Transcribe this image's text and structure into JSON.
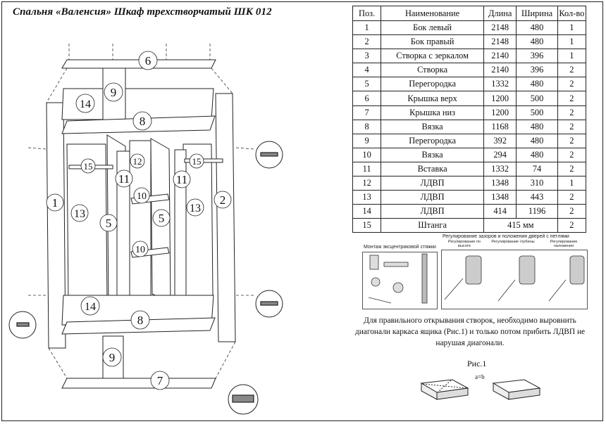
{
  "title": "Спальня «Валенсия» Шкаф трехстворчатый ШК 012",
  "table": {
    "headers": [
      "Поз.",
      "Наименование",
      "Длина",
      "Ширина",
      "Кол-во"
    ],
    "rows": [
      [
        "1",
        "Бок левый",
        "2148",
        "480",
        "1"
      ],
      [
        "2",
        "Бок правый",
        "2148",
        "480",
        "1"
      ],
      [
        "3",
        "Створка с зеркалом",
        "2140",
        "396",
        "1"
      ],
      [
        "4",
        "Створка",
        "2140",
        "396",
        "2"
      ],
      [
        "5",
        "Перегородка",
        "1332",
        "480",
        "2"
      ],
      [
        "6",
        "Крышка верх",
        "1200",
        "500",
        "2"
      ],
      [
        "7",
        "Крышка низ",
        "1200",
        "500",
        "2"
      ],
      [
        "8",
        "Вязка",
        "1168",
        "480",
        "2"
      ],
      [
        "9",
        "Перегородка",
        "392",
        "480",
        "2"
      ],
      [
        "10",
        "Вязка",
        "294",
        "480",
        "2"
      ],
      [
        "11",
        "Вставка",
        "1332",
        "74",
        "2"
      ],
      [
        "12",
        "ЛДВП",
        "1348",
        "310",
        "1"
      ],
      [
        "13",
        "ЛДВП",
        "1348",
        "443",
        "2"
      ],
      [
        "14",
        "ЛДВП",
        "414",
        "1196",
        "2"
      ]
    ],
    "last_row": {
      "pos": "15",
      "name": "Штанга",
      "size": "415 мм",
      "qty": "2"
    }
  },
  "figures": {
    "eccentric_caption": "Монтаж эксцентриковой стяжки",
    "hinge_caption": "Регулирование зазоров и положения дверей с петлями",
    "hinge_sub": [
      "Регулирование по высоте",
      "Регулирование глубины",
      "Регулирование наложения"
    ]
  },
  "note": "Для правильного открывания створок, необходимо выровнить диагонали каркаса ящика (Рис.1) и только потом прибить ЛДВП не нарушая диагонали.",
  "figure1": {
    "label": "Рис.1",
    "equation": "a=b"
  },
  "callouts": [
    {
      "n": "6"
    },
    {
      "n": "9"
    },
    {
      "n": "14"
    },
    {
      "n": "8"
    },
    {
      "n": "15"
    },
    {
      "n": "12"
    },
    {
      "n": "15"
    },
    {
      "n": "11"
    },
    {
      "n": "11"
    },
    {
      "n": "10"
    },
    {
      "n": "1"
    },
    {
      "n": "13"
    },
    {
      "n": "5"
    },
    {
      "n": "5"
    },
    {
      "n": "13"
    },
    {
      "n": "2"
    },
    {
      "n": "10"
    },
    {
      "n": "14"
    },
    {
      "n": "8"
    },
    {
      "n": "9"
    },
    {
      "n": "7"
    }
  ]
}
